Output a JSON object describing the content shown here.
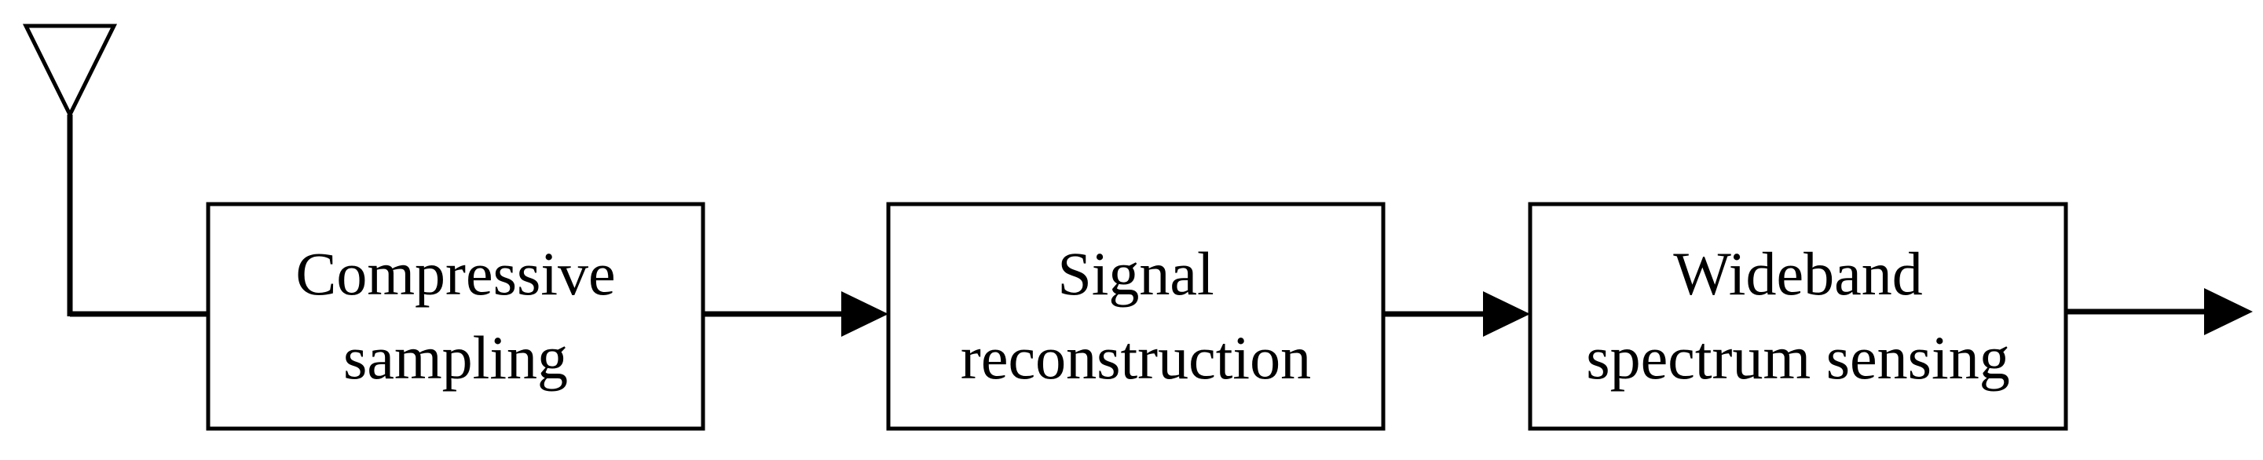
{
  "colors": {
    "stroke": "#000000",
    "background": "#ffffff"
  },
  "icons": {
    "antenna": "antenna-icon"
  },
  "blocks": [
    {
      "id": "compressive-sampling",
      "line1": "Compressive",
      "line2": "sampling"
    },
    {
      "id": "signal-reconstruction",
      "line1": "Signal",
      "line2": "reconstruction"
    },
    {
      "id": "wideband-spectrum-sensing",
      "line1": "Wideband",
      "line2": "spectrum sensing"
    }
  ]
}
